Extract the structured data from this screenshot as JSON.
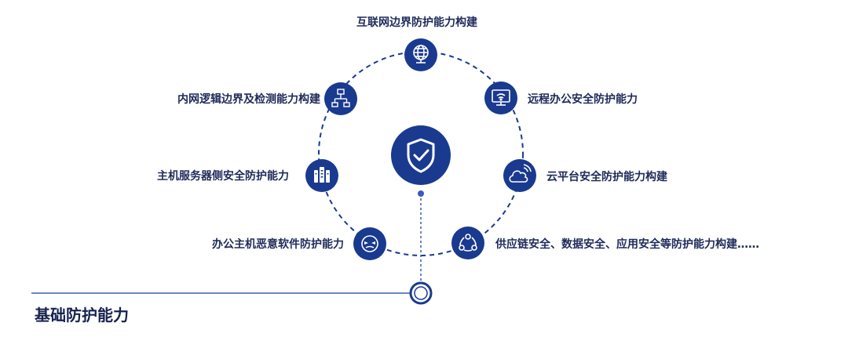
{
  "center": {
    "icon": "shield-check-icon",
    "color": "#1a3a8f"
  },
  "nodes": [
    {
      "id": "internet-boundary",
      "label": "互联网边界防护能力构建",
      "icon": "globe-icon"
    },
    {
      "id": "remote-office",
      "label": "远程办公安全防护能力",
      "icon": "monitor-wifi-icon"
    },
    {
      "id": "cloud-platform",
      "label": "云平台安全防护能力构建",
      "icon": "cloud-signal-icon"
    },
    {
      "id": "supply-chain",
      "label": "供应链安全、数据安全、应用安全等防护能力构建……",
      "icon": "share-nodes-icon"
    },
    {
      "id": "office-malware",
      "label": "办公主机恶意软件防护能力",
      "icon": "malware-face-icon"
    },
    {
      "id": "host-server",
      "label": "主机服务器侧安全防护能力",
      "icon": "server-rack-icon"
    },
    {
      "id": "intranet-boundary",
      "label": "内网逻辑边界及检测能力构建",
      "icon": "network-topology-icon"
    }
  ],
  "footer": {
    "title": "基础防护能力"
  },
  "colors": {
    "primary": "#1a3a8f",
    "text": "#1f2a5a",
    "line": "#3a5ab8"
  }
}
